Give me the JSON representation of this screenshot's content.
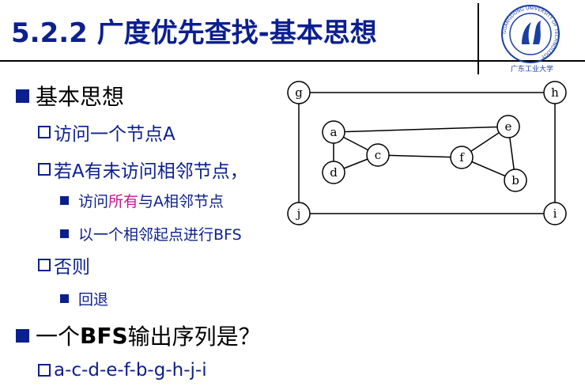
{
  "slide": {
    "title": "5.2.2 广度优先查找-基本思想",
    "logo_caption": "广东工业大学",
    "logo_ring_text": "GUANGDONG UNIVERSITY OF TECHNOLOGY"
  },
  "bullets": {
    "b1": "基本思想",
    "b1_1": "访问一个节点A",
    "b1_2": "若A有未访问相邻节点，",
    "b1_2_1_pre": "访问",
    "b1_2_1_accent": "所有",
    "b1_2_1_post": "与A相邻节点",
    "b1_2_2": "以一个相邻起点进行BFS",
    "b1_3": "否则",
    "b1_3_1": "回退",
    "b2_pre": "一个",
    "b2_bold": "BFS",
    "b2_post": "输出序列是？",
    "b2_1": "a-c-d-e-f-b-g-h-j-i"
  },
  "graph": {
    "nodes": [
      "g",
      "h",
      "a",
      "e",
      "c",
      "f",
      "d",
      "b",
      "j",
      "i"
    ]
  },
  "colors": {
    "title": "#0b1f8f",
    "accent": "#c2188a",
    "bullet": "#0b1f8f"
  }
}
